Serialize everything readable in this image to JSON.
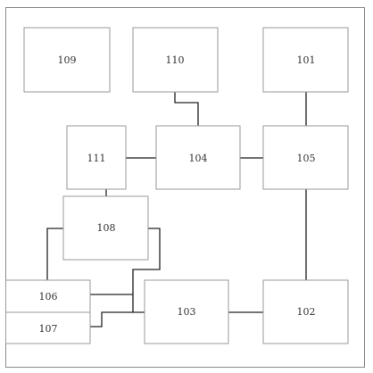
{
  "blocks": {
    "b109": "109",
    "b110": "110",
    "b101": "101",
    "b111": "111",
    "b104": "104",
    "b105": "105",
    "b108": "108",
    "b106": "106",
    "b107": "107",
    "b103": "103",
    "b102": "102"
  },
  "colors": {
    "box_border": "#9a9a9a",
    "wire": "#222222",
    "label": "#333333"
  }
}
